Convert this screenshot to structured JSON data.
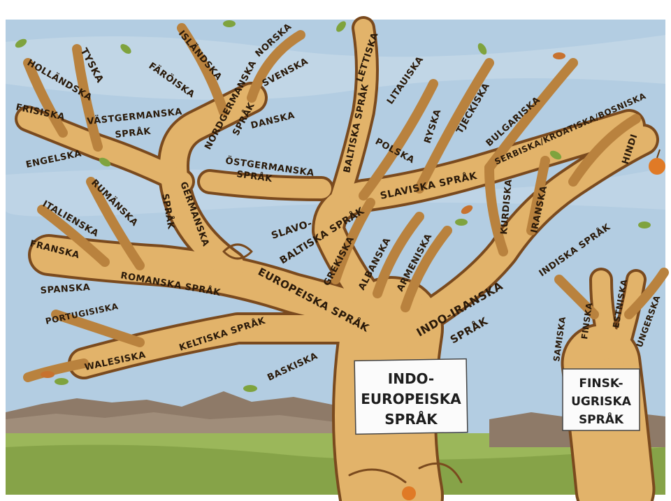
{
  "colors": {
    "sky": "#9fbfdc",
    "sky_light": "#c9dcea",
    "bark": "#e2b36a",
    "bark_dark": "#7a4a1e",
    "bark_shadow": "#b9823e",
    "grass": "#9bb75a",
    "mountain": "#8e7a68",
    "sign": "#fbfbfb"
  },
  "signs": {
    "indo_european": [
      "INDO-",
      "EUROPEISKA",
      "SPRÅK"
    ],
    "finno_ugric": [
      "FINSK-",
      "UGRISKA",
      "SPRÅK"
    ]
  },
  "branches": {
    "hollandska": "HOLLÄNDSKA",
    "tyska": "TYSKA",
    "frisiska": "FRISISKA",
    "vastgermanska": "VÄSTGERMANSKA",
    "vastgermanska_sprak": "SPRÅK",
    "engelska": "ENGELSKA",
    "islandska": "ISLÄNDSKA",
    "faroiska": "FÄRÖISKA",
    "nordgermanska": "NORDGERMANSKA",
    "nordgermanska_sprak": "SPRÅK",
    "norska": "NORSKA",
    "svenska": "SVENSKA",
    "danska": "DANSKA",
    "ostgermanska": "ÖSTGERMANSKA",
    "ostgermanska_sprak": "SPRÅK",
    "germanska": "GERMANSKA",
    "germanska_sprak": "SPRÅK",
    "rumanska": "RUMÄNSKA",
    "italienska": "ITALIENSKA",
    "franska": "FRANSKA",
    "spanska": "SPANSKA",
    "portugisiska": "PORTUGISISKA",
    "romanska": "ROMANSKA SPRÅK",
    "walesiska": "WALESISKA",
    "keltiska": "KELTISKA SPRÅK",
    "baskiska": "BASKISKA",
    "europeiska": "EUROPEISKA SPRÅK",
    "slavo": "SLAVO-",
    "baltiska_sprak": "BALTISKA SPRÅK",
    "lettiska": "LETTISKA",
    "litauiska": "LITAUISKA",
    "baltiska": "BALTISKA SPRÅK",
    "polska": "POLSKA",
    "ryska": "RYSKA",
    "tjeckiska": "TJECKISKA",
    "bulgariska": "BULGARISKA",
    "serbiska": "SERBISKA/KROATISKA/BOSNISKA",
    "slaviska": "SLAVISKA SPRÅK",
    "grekiska": "GREKISKA",
    "albanska": "ALBANSKA",
    "armeniska": "ARMENISKA",
    "kurdiska": "KURDISKA",
    "iranska": "IRANSKA",
    "hindi": "HINDI",
    "indiska": "INDISKA SPRÅK",
    "indoiranska": "INDO-IRANSKA",
    "indoiranska_sprak": "SPRÅK",
    "samiska": "SAMISKA",
    "finska": "FINSKA",
    "estniska": "ESTNISKA",
    "ungerska": "UNGERSKA"
  }
}
